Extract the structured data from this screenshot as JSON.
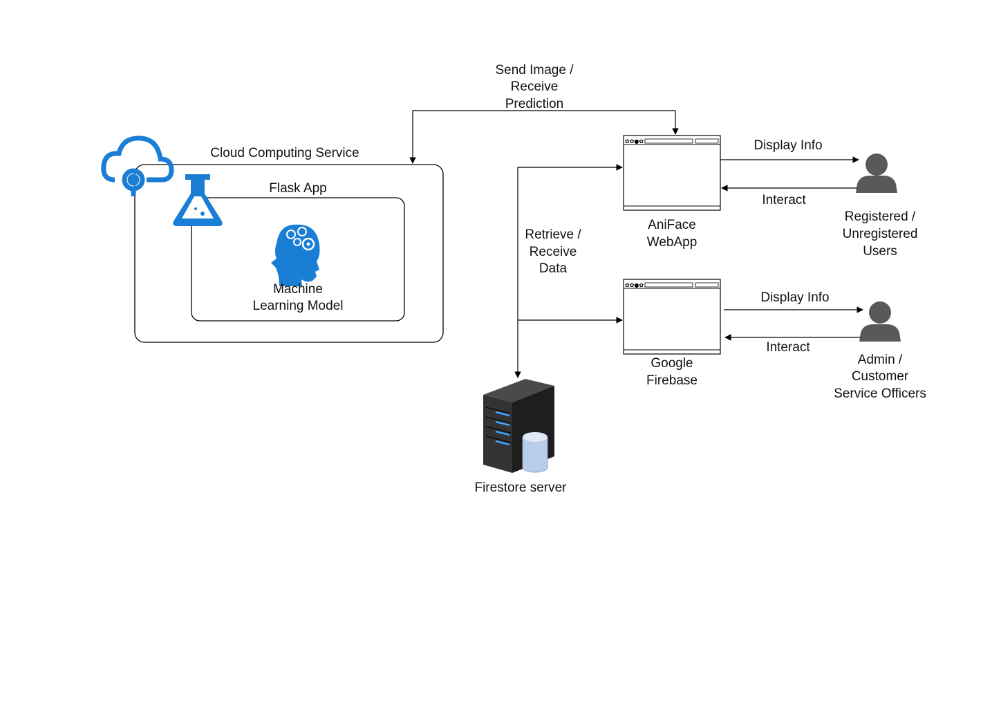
{
  "labels": {
    "send_image_1": "Send Image /",
    "send_image_2": "Receive",
    "send_image_3": "Prediction",
    "cloud_service": "Cloud Computing Service",
    "flask_app": "Flask App",
    "ml_model_1": "Machine",
    "ml_model_2": "Learning Model",
    "retrieve_1": "Retrieve /",
    "retrieve_2": "Receive",
    "retrieve_3": "Data",
    "aniface_1": "AniFace",
    "aniface_2": "WebApp",
    "firebase_1": "Google",
    "firebase_2": "Firebase",
    "firestore": "Firestore server",
    "display_info_top": "Display Info",
    "interact_top": "Interact",
    "display_info_bottom": "Display Info",
    "interact_bottom": "Interact",
    "users_1": "Registered /",
    "users_2": "Unregistered",
    "users_3": "Users",
    "admin_1": "Admin /",
    "admin_2": "Customer",
    "admin_3": "Service Officers"
  },
  "colors": {
    "azure_blue": "#1a7fd4",
    "person_gray": "#595959",
    "server_dark": "#2b2b2b",
    "server_led": "#3fa3ff",
    "database": "#b9cdea"
  },
  "icons": [
    "cloud-icon",
    "flask-icon",
    "brain-head-icon",
    "browser-window-icon",
    "server-icon",
    "database-icon",
    "person-icon"
  ]
}
